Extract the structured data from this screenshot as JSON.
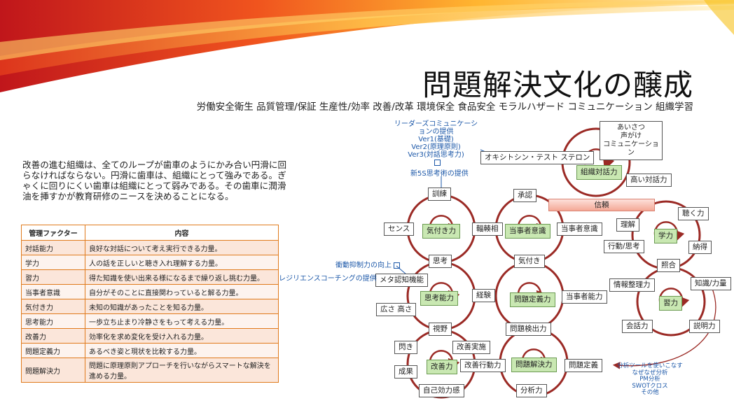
{
  "page": {
    "title": "問題解決文化の醸成",
    "subtitle": "労働安全衛生 品質管理/保証 生産性/効率 改善/改革 環境保全 食品安全 モラルハザード コミュニケーション 組織学習",
    "intro": "改善の進む組織は、全てのループが歯車のようにかみ合い円滑に回らなければならない。円滑に歯車は、組織にとって強みである。ぎゃくに回りにくい歯車は組織にとって弱みである。その歯車に潤滑油を挿すかが教育研修のニースを決めることになる。"
  },
  "factor_table": {
    "headers": [
      "管理ファクター",
      "内容"
    ],
    "rows": [
      [
        "対話能力",
        "良好な対話について考え実行できる力量。"
      ],
      [
        "学力",
        "人の話を正しいと聴き入れ理解する力量。"
      ],
      [
        "習力",
        "得た知識を使い出来る様になるまで繰り返し挑む力量。"
      ],
      [
        "当事者意識",
        "自分がそのことに直接関わっていると解る力量。"
      ],
      [
        "気付き力",
        "未知の知識があったことを知る力量。"
      ],
      [
        "思考能力",
        "一歩立ち止まり冷静さをもって考える力量。"
      ],
      [
        "改善力",
        "効率化を求め変化を受け入れる力量。"
      ],
      [
        "問題定義力",
        "あるべき姿と現状を比較する力量。"
      ],
      [
        "問題解決力",
        "問題に原理原則アプローチを行いながらスマートな解決を進める力量。"
      ]
    ]
  },
  "diagram": {
    "centers": {
      "dialogue": "組織対話力",
      "awareness": "気付き力",
      "ownership": "当事者意識",
      "learning": "学力",
      "thinking": "思考能力",
      "problem_def": "問題定義力",
      "practice": "習力",
      "improve": "改善力",
      "problem_solve": "問題解決力"
    },
    "labels": {
      "oqt": "オキシトシン・テスト ステロン",
      "high_dialogue": "高い対話力",
      "training": "訓練",
      "approval": "承認",
      "trust": "信頼",
      "listen": "聴く力",
      "sense": "センス",
      "repeat": "輻輳相",
      "ownership2": "当事者意識",
      "understand": "理解",
      "action_thought": "行動/思考",
      "convince": "納得",
      "think": "思考",
      "notice": "気付き",
      "collate": "照合",
      "meta": "メタ認知機能",
      "experience": "経験",
      "ownership_ability": "当事者能力",
      "info_org": "情報整理力",
      "knowledge": "知識/力量",
      "breadth": "広さ 高さ",
      "view": "視野",
      "problem_detect": "問題検出力",
      "conversation": "会話力",
      "explain": "説明力",
      "flash": "閃き",
      "improve_impl": "改善実施",
      "result": "成果",
      "improve_action": "改善行動力",
      "problem_define": "問題定義",
      "self_efficacy": "自己効力感",
      "analysis": "分析力"
    },
    "greeting": [
      "あいさつ",
      "声がけ",
      "コミュニケーション"
    ],
    "notes": {
      "leader": [
        "リーダーズコミュニケーションの提供",
        "Ver1(基礎)",
        "Ver2(原理原則)",
        "Ver3(対話思考力)"
      ],
      "new5s": "新5S思考術の提供",
      "impulse": "衝動抑制力の向上",
      "resilience": "レジリエンスコーチングの提供",
      "tools": [
        "分析ツールを使いこなす",
        "なぜなぜ分析",
        "PM分析",
        "SWOTクロス",
        "その他"
      ]
    },
    "colors": {
      "ring": "#9b2a25",
      "center_fill": "#c9e8b2",
      "note": "#1b57a8",
      "table_border": "#e07a1c"
    }
  }
}
